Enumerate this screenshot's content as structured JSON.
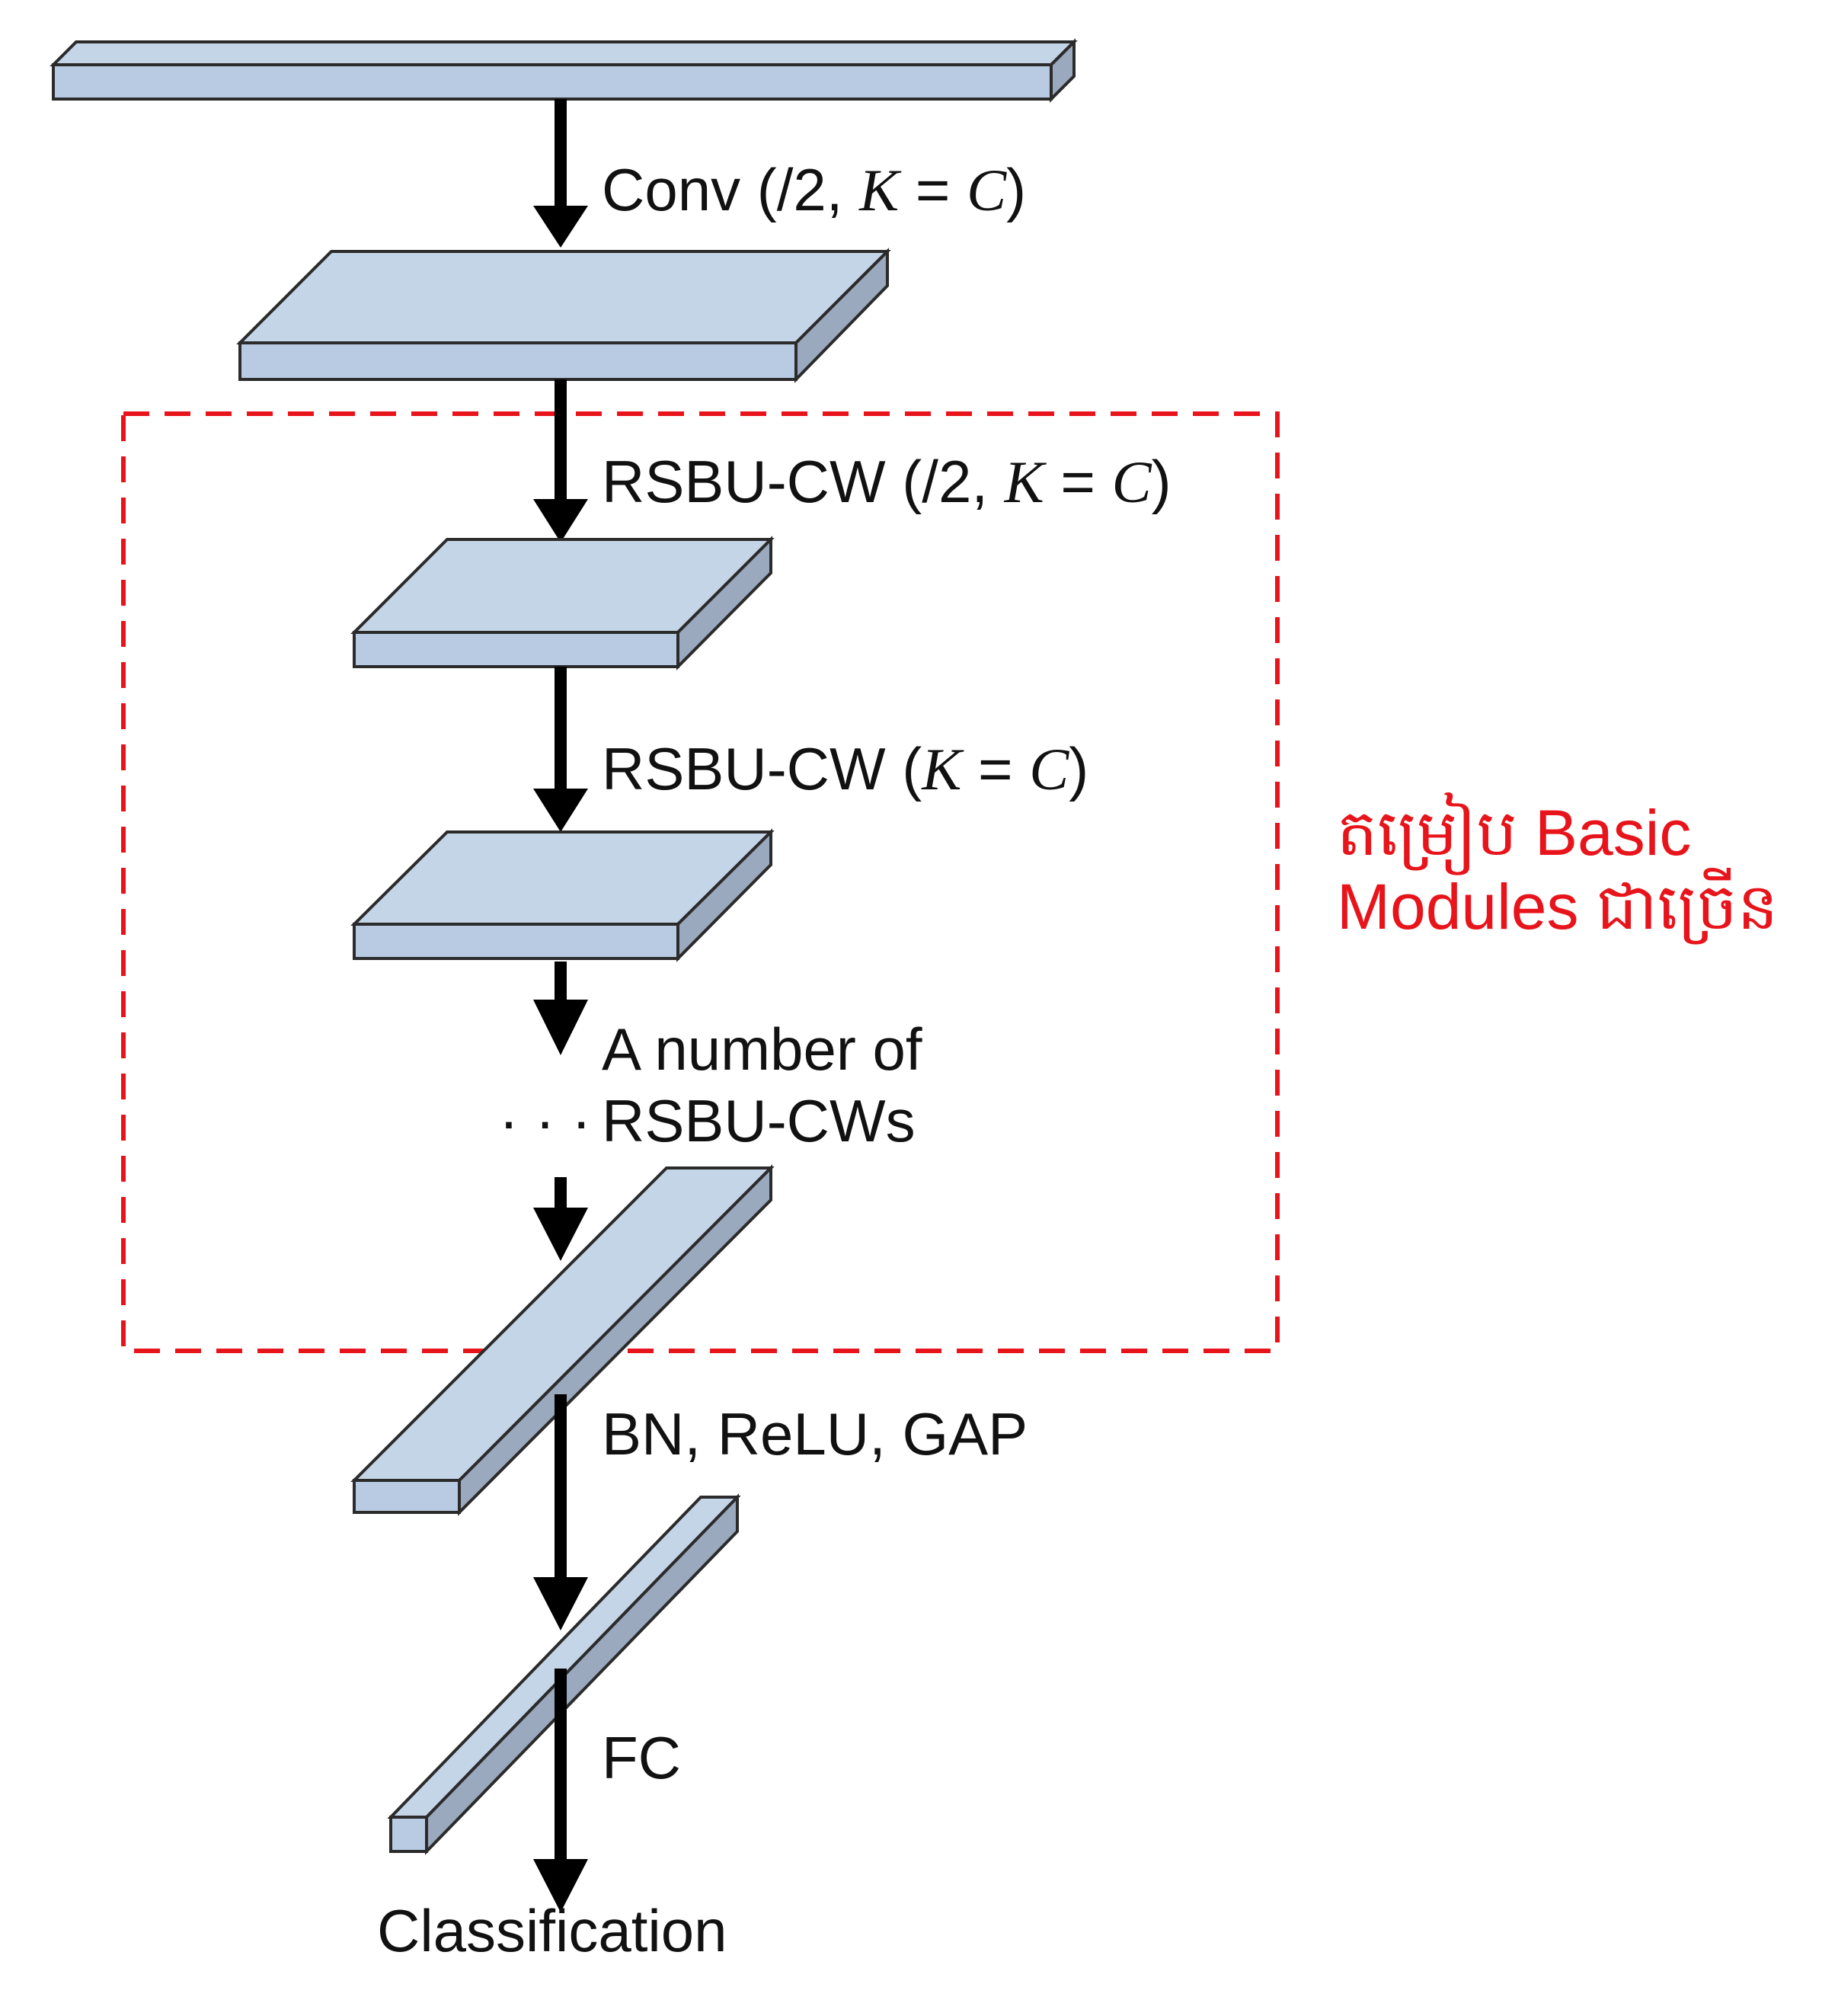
{
  "colors": {
    "box_top": "#c5d5e8",
    "box_front": "#b8cbe2",
    "box_side": "#9aa9bd",
    "edge": "#2b2b2b",
    "arrow": "#000000",
    "highlight": "#e8141b"
  },
  "labels": {
    "conv": "Conv (/2, ",
    "conv_k": "K",
    "conv_eq": " = ",
    "conv_c": "C",
    "conv_end": ")",
    "rsbu1": "RSBU-CW (/2, ",
    "rsbu1_k": "K",
    "rsbu1_eq": " = ",
    "rsbu1_c": "C",
    "rsbu1_end": ")",
    "rsbu2": "RSBU-CW (",
    "rsbu2_k": "K",
    "rsbu2_eq": " = ",
    "rsbu2_c": "C",
    "rsbu2_end": ")",
    "many_line1": "A number of",
    "many_dots": "· · ·",
    "many_line2": "RSBU-CWs",
    "bn": "BN, ReLU, GAP",
    "fc": "FC",
    "classification": "Classification"
  },
  "annotation": {
    "line1": "តម្រៀប Basic",
    "line2": "Modules ជាច្រើន"
  }
}
